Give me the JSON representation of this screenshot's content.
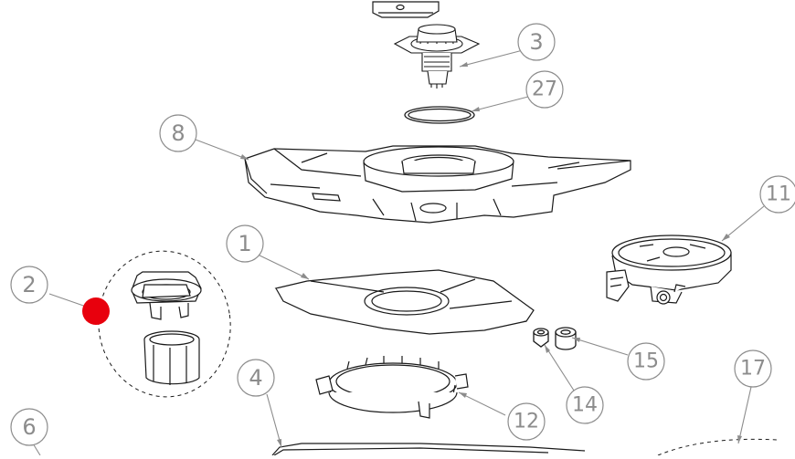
{
  "diagram": {
    "callouts": [
      {
        "id": "c1",
        "label": "1"
      },
      {
        "id": "c2",
        "label": "2"
      },
      {
        "id": "c3",
        "label": "3"
      },
      {
        "id": "c4",
        "label": "4"
      },
      {
        "id": "c6",
        "label": "6"
      },
      {
        "id": "c8",
        "label": "8"
      },
      {
        "id": "c11",
        "label": "11"
      },
      {
        "id": "c12",
        "label": "12"
      },
      {
        "id": "c14",
        "label": "14"
      },
      {
        "id": "c15",
        "label": "15"
      },
      {
        "id": "c17",
        "label": "17"
      },
      {
        "id": "c27",
        "label": "27"
      }
    ],
    "colors": {
      "line": "#1a1a1a",
      "callout": "#8c8c8c",
      "marker": "#e8000d",
      "fill": "#ffffff"
    }
  }
}
